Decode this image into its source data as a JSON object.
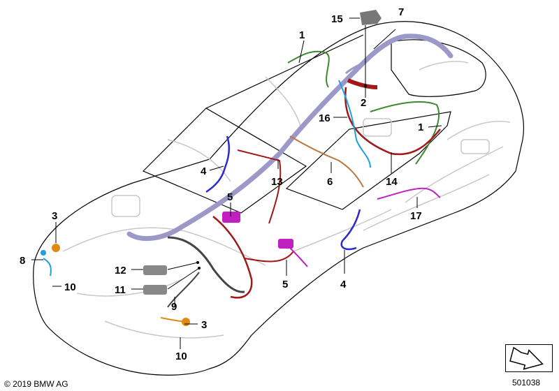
{
  "footer": {
    "copyright": "© 2019 BMW AG",
    "catalog_number": "501038"
  },
  "callouts": [
    {
      "id": "c1a",
      "label": "1"
    },
    {
      "id": "c1b",
      "label": "1"
    },
    {
      "id": "c2",
      "label": "2"
    },
    {
      "id": "c3a",
      "label": "3"
    },
    {
      "id": "c3b",
      "label": "3"
    },
    {
      "id": "c4a",
      "label": "4"
    },
    {
      "id": "c4b",
      "label": "4"
    },
    {
      "id": "c5a",
      "label": "5"
    },
    {
      "id": "c5b",
      "label": "5"
    },
    {
      "id": "c6",
      "label": "6"
    },
    {
      "id": "c7",
      "label": "7"
    },
    {
      "id": "c8",
      "label": "8"
    },
    {
      "id": "c9",
      "label": "9"
    },
    {
      "id": "c10a",
      "label": "10"
    },
    {
      "id": "c10b",
      "label": "10"
    },
    {
      "id": "c11",
      "label": "11"
    },
    {
      "id": "c12",
      "label": "12"
    },
    {
      "id": "c13",
      "label": "13"
    },
    {
      "id": "c14",
      "label": "14"
    },
    {
      "id": "c15",
      "label": "15"
    },
    {
      "id": "c16",
      "label": "16"
    },
    {
      "id": "c17",
      "label": "17"
    }
  ],
  "colors": {
    "harness_green": "#3a8a2e",
    "harness_red": "#a01818",
    "harness_lavender": "#9c98c8",
    "harness_blue": "#2a2ad0",
    "harness_magenta": "#c020c0",
    "harness_orange": "#e08a10",
    "harness_lightblue": "#1ea0e0",
    "harness_brown": "#b87840",
    "harness_dark": "#444444",
    "ghost_gray": "#c8c8c8"
  }
}
